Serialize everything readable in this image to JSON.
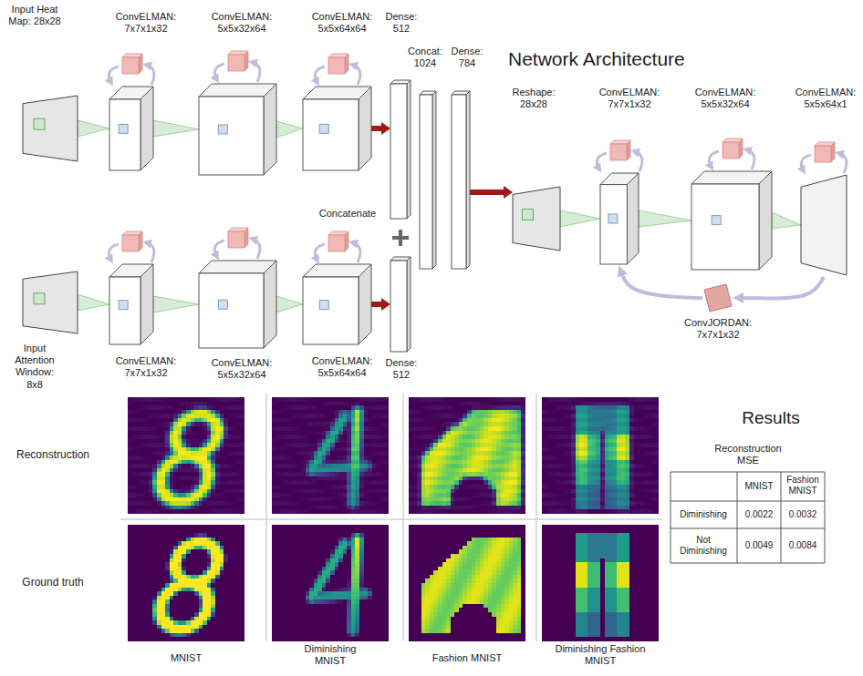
{
  "diagram": {
    "title": "Network Architecture",
    "nodes": [
      {
        "text": [
          "Input Heat Map: 28x28"
        ]
      },
      {
        "text": [
          "ConvELMAN: 7x7x1x32"
        ]
      },
      {
        "text": [
          "ConvELMAN: 5x5x32x64"
        ]
      },
      {
        "text": [
          "ConvELMAN: 5x5x64x64"
        ]
      },
      {
        "text": [
          "Dense: 512"
        ]
      },
      {
        "text": [
          "Input Attention Window: 8x8"
        ]
      },
      {
        "text": [
          "ConvELMAN: 7x7x1x32"
        ]
      },
      {
        "text": [
          "ConvELMAN: 5x5x32x64"
        ]
      },
      {
        "text": [
          "ConvELMAN: 5x5x64x64"
        ]
      },
      {
        "text": [
          "Dense: 512"
        ]
      },
      {
        "text": [
          "Concat: 1024"
        ]
      },
      {
        "text": [
          "Dense: 784"
        ]
      },
      {
        "text": [
          "Reshape: 28x28"
        ]
      },
      {
        "text": [
          "ConvELMAN: 7x7x1x32"
        ]
      },
      {
        "text": [
          "ConvELMAN: 5x5x32x64"
        ]
      },
      {
        "text": [
          "ConvELMAN: 5x5x64x1"
        ]
      },
      {
        "text": [
          "ConvJORDAN: 7x7x1x32"
        ]
      }
    ],
    "edges": [
      {
        "from": 0,
        "to": 1,
        "arrow": "none"
      },
      {
        "from": 1,
        "to": 2,
        "arrow": "none"
      },
      {
        "from": 2,
        "to": 3,
        "arrow": "none"
      },
      {
        "from": 3,
        "to": 4,
        "arrow": "to"
      },
      {
        "from": 5,
        "to": 6,
        "arrow": "none"
      },
      {
        "from": 6,
        "to": 7,
        "arrow": "none"
      },
      {
        "from": 7,
        "to": 8,
        "arrow": "none"
      },
      {
        "from": 8,
        "to": 9,
        "arrow": "to"
      },
      {
        "from": 11,
        "to": 12,
        "arrow": "to"
      },
      {
        "from": 12,
        "to": 13,
        "arrow": "none"
      },
      {
        "from": 13,
        "to": 14,
        "arrow": "none"
      },
      {
        "from": 14,
        "to": 15,
        "arrow": "none"
      },
      {
        "from": 15,
        "to": 16,
        "arrow": "to"
      },
      {
        "from": 16,
        "to": 13,
        "arrow": "to"
      }
    ],
    "labels": [
      "Concatenate",
      "Reconstruction",
      "Ground truth",
      "MNIST",
      "Diminishing MNIST",
      "Fashion MNIST",
      "Diminishing Fashion MNIST",
      "Results",
      "Reconstruction MSE",
      "MNIST",
      "Fashion MNIST",
      "Diminishing",
      "0.0022",
      "0.0032",
      "Not Diminishing",
      "0.0049",
      "0.0084"
    ]
  }
}
